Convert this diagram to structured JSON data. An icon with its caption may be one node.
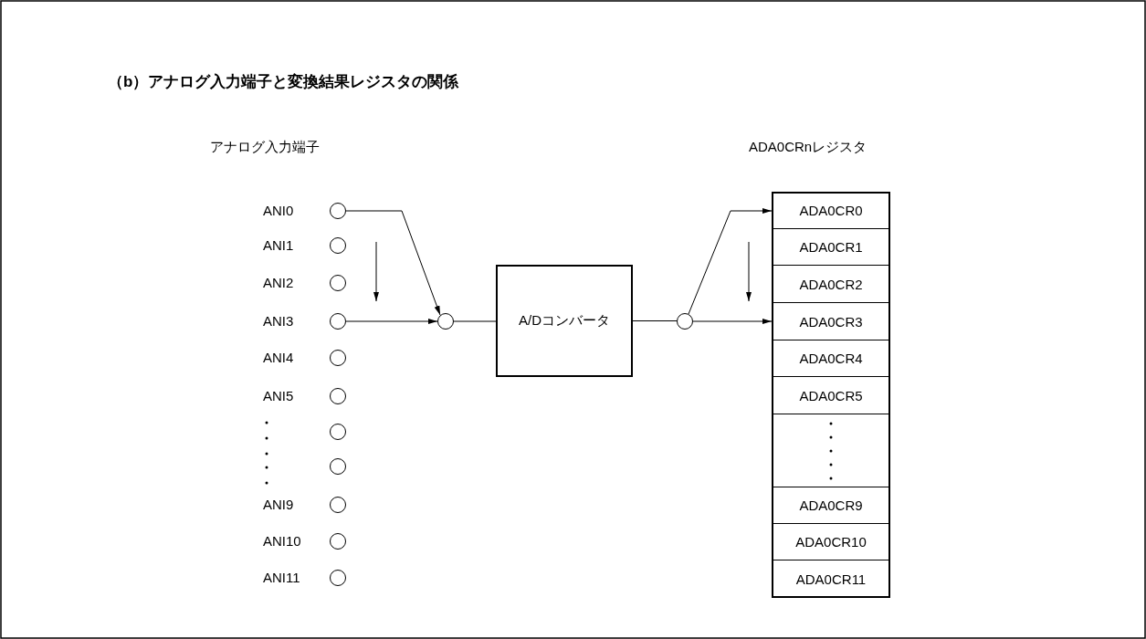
{
  "diagram": {
    "title": "（b）アナログ入力端子と変換結果レジスタの関係",
    "nodes": [
      {
        "text": [],
        "shape": "circle",
        "beside": [
          "ANI0"
        ]
      },
      {
        "text": [],
        "shape": "circle",
        "beside": [
          "ANI1"
        ]
      },
      {
        "text": [],
        "shape": "circle",
        "beside": [
          "ANI2"
        ]
      },
      {
        "text": [],
        "shape": "circle",
        "beside": [
          "ANI3"
        ]
      },
      {
        "text": [],
        "shape": "circle",
        "beside": [
          "ANI4"
        ]
      },
      {
        "text": [],
        "shape": "circle",
        "beside": [
          "ANI5"
        ]
      },
      {
        "text": [],
        "shape": "circle"
      },
      {
        "text": [],
        "shape": "circle"
      },
      {
        "text": [],
        "shape": "circle",
        "beside": [
          "ANI9"
        ]
      },
      {
        "text": [],
        "shape": "circle",
        "beside": [
          "ANI10"
        ]
      },
      {
        "text": [],
        "shape": "circle",
        "beside": [
          "ANI11"
        ]
      },
      {
        "text": [],
        "shape": "circle"
      },
      {
        "text": [
          "A/Dコンバータ"
        ]
      },
      {
        "text": [],
        "shape": "circle"
      },
      {
        "text": [
          "ADA0CR0"
        ]
      },
      {
        "text": [
          "ADA0CR1"
        ]
      },
      {
        "text": [
          "ADA0CR2"
        ]
      },
      {
        "text": [
          "ADA0CR3"
        ]
      },
      {
        "text": [
          "ADA0CR4"
        ]
      },
      {
        "text": [
          "ADA0CR5"
        ]
      },
      {
        "text": [],
        "shape": "box"
      },
      {
        "text": [
          "ADA0CR9"
        ]
      },
      {
        "text": [
          "ADA0CR10"
        ]
      },
      {
        "text": [
          "ADA0CR11"
        ]
      }
    ],
    "edges": [
      {
        "from": 0,
        "to": 11,
        "arrow": "to"
      },
      {
        "from": 3,
        "to": 11,
        "arrow": "to"
      },
      {
        "from": 11,
        "to": 12,
        "arrow": "none"
      },
      {
        "from": 12,
        "to": 13,
        "arrow": "none"
      },
      {
        "from": 13,
        "to": 14,
        "arrow": "to"
      },
      {
        "from": 13,
        "to": 17,
        "arrow": "to"
      }
    ],
    "labels": [
      "アナログ入力端子",
      "ADA0CRnレジスタ"
    ]
  }
}
